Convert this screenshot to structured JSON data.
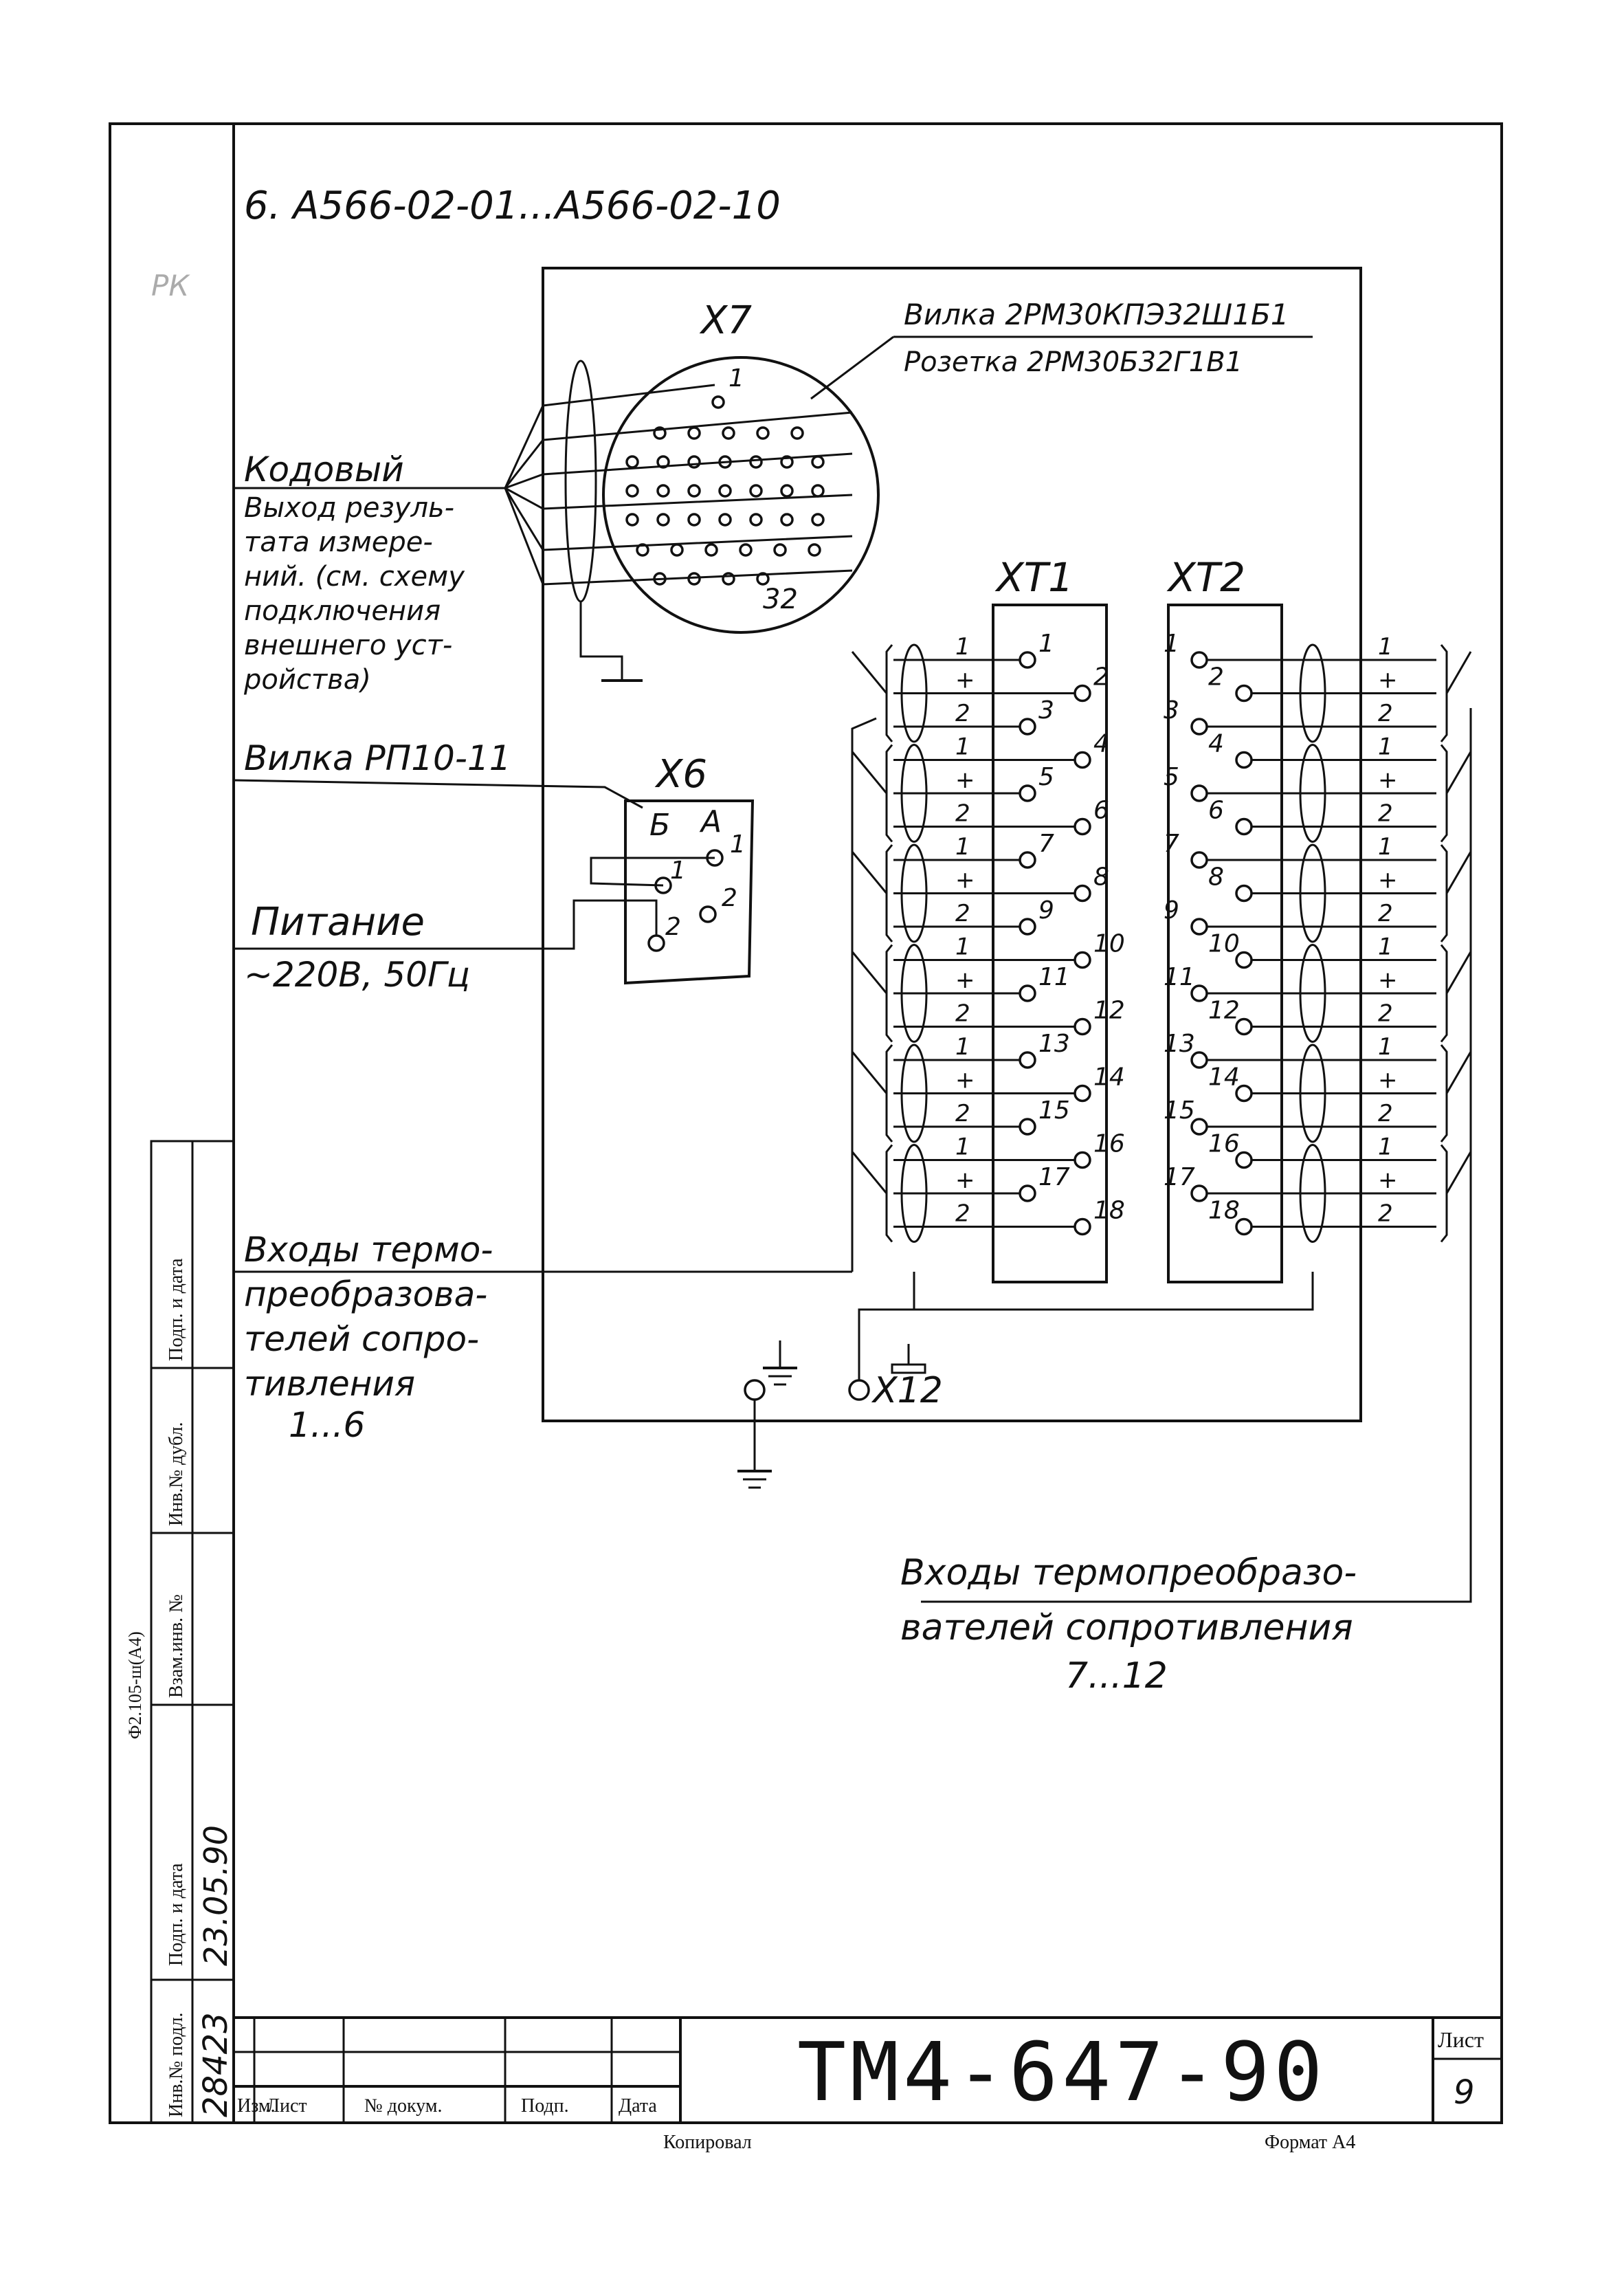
{
  "header": {
    "title": "6. А566-02-01...А566-02-10",
    "margin_mark": "РК"
  },
  "connector_x7": {
    "name": "Х7",
    "plug_label": "Вилка 2РМ30КПЭ32Ш1Б1",
    "socket_label": "Розетка 2РМ30Б32Г1В1",
    "pin_first": "1",
    "pin_last": "32"
  },
  "code_output": {
    "title": "Кодовый",
    "lines": [
      "Выход резуль-",
      "тата измере-",
      "ний. (см. схему",
      "подключения",
      "внешнего уст-",
      "ройства)"
    ]
  },
  "connector_x6": {
    "name": "Х6",
    "plug_label": "Вилка РП10-11",
    "col_b": "Б",
    "col_a": "А",
    "pins": [
      "1",
      "1",
      "2",
      "2"
    ]
  },
  "power": {
    "title": "Питание",
    "value": "~220В, 50Гц"
  },
  "terminal_xt1": {
    "name": "ХТ1",
    "pins": [
      "1",
      "2",
      "3",
      "4",
      "5",
      "6",
      "7",
      "8",
      "9",
      "10",
      "11",
      "12",
      "13",
      "14",
      "15",
      "16",
      "17",
      "18"
    ],
    "wire_labels": [
      "1",
      "+",
      "2"
    ]
  },
  "terminal_xt2": {
    "name": "ХТ2",
    "pins": [
      "1",
      "2",
      "3",
      "4",
      "5",
      "6",
      "7",
      "8",
      "9",
      "10",
      "11",
      "12",
      "13",
      "14",
      "15",
      "16",
      "17",
      "18"
    ],
    "wire_labels": [
      "1",
      "+",
      "2"
    ]
  },
  "inputs_left": {
    "lines": [
      "Входы термо-",
      "преобразова-",
      "телей сопро-",
      "тивления",
      "1...6"
    ]
  },
  "inputs_right": {
    "lines": [
      "Входы термопреобразо-",
      "вателей сопротивления",
      "7...12"
    ]
  },
  "ground": {
    "x12_label": "Х12"
  },
  "stamp": {
    "doc_number": "ТМ4-647-90",
    "sheet_label": "Лист",
    "sheet_number": "9",
    "cols": [
      "Изм.",
      "Лист",
      "№ докум.",
      "Подп.",
      "Дата"
    ],
    "copied": "Копировал",
    "format": "Формат А4"
  },
  "side_stamp": {
    "inv_label": "Инв.№ подл.",
    "inv_value": "28423",
    "sign_label": "Подп. и дата",
    "sign_value": "23.05.90",
    "swap_label": "Взам.инв. №",
    "dup_label": "Инв.№ дубл.",
    "date_label": "Подп. и дата",
    "form": "Ф2.105-ш(А4)"
  }
}
